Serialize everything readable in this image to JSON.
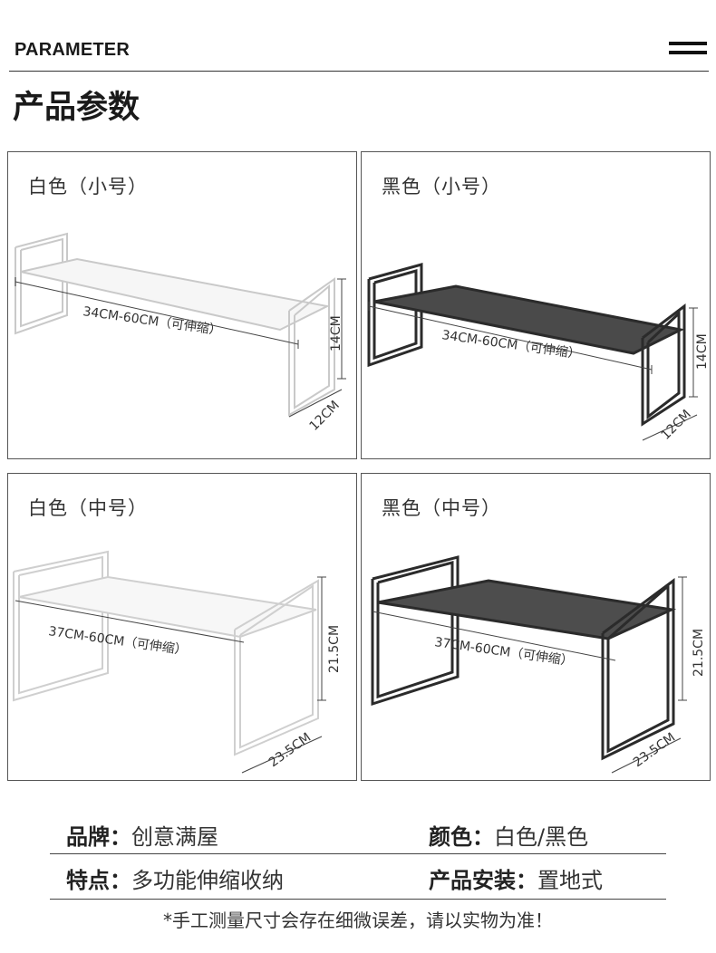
{
  "header": {
    "title_en": "PARAMETER",
    "title_zh": "产品参数"
  },
  "panels": [
    {
      "title": "白色（小号）",
      "length": "34CM-60CM（可伸缩）",
      "height": "14CM",
      "depth": "12CM",
      "color": "#ffffff"
    },
    {
      "title": "黑色（小号）",
      "length": "34CM-60CM（可伸缩）",
      "height": "14CM",
      "depth": "12CM",
      "color": "#2b2b2b"
    },
    {
      "title": "白色（中号）",
      "length": "37CM-60CM（可伸缩）",
      "height": "21.5CM",
      "depth": "23.5CM",
      "color": "#ffffff"
    },
    {
      "title": "黑色（中号）",
      "length": "37CM-60CM（可伸缩）",
      "height": "21.5CM",
      "depth": "23.5CM",
      "color": "#2b2b2b"
    }
  ],
  "specs": {
    "brand_label": "品牌：",
    "brand_value": "创意满屋",
    "color_label": "颜色：",
    "color_value": "白色/黑色",
    "feature_label": "特点：",
    "feature_value": "多功能伸缩收纳",
    "install_label": "产品安装：",
    "install_value": "置地式"
  },
  "note": "*手工测量尺寸会存在细微误差，请以实物为准！"
}
